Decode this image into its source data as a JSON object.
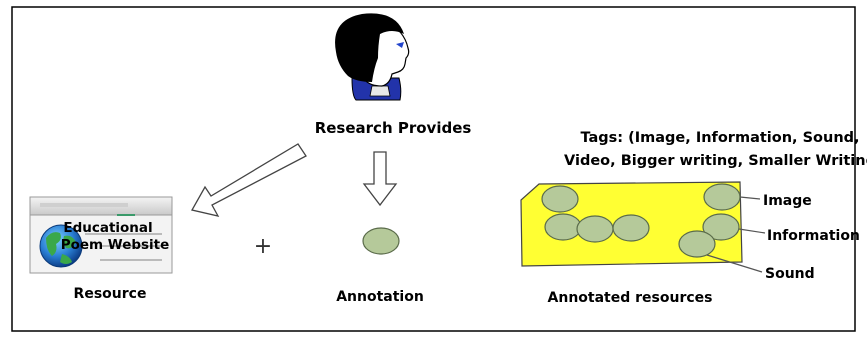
{
  "person_label": "Research Provides",
  "resource": {
    "line1": "Educational",
    "line2": "Poem Website",
    "caption": "Resource"
  },
  "plus": "+",
  "annotation_caption": "Annotation",
  "tags": {
    "line1": "Tags: (Image, Information, Sound,",
    "line2": "Video, Bigger writing, Smaller Writing"
  },
  "callouts": {
    "image": "Image",
    "information": "Information",
    "sound": "Sound"
  },
  "annotated_caption": "Annotated resources",
  "colors": {
    "note_fill": "#ffff33",
    "ellipse_fill": "#b5c99a",
    "ellipse_stroke": "#5a6b4a",
    "hair": "#000000",
    "shirt": "#2233aa"
  }
}
